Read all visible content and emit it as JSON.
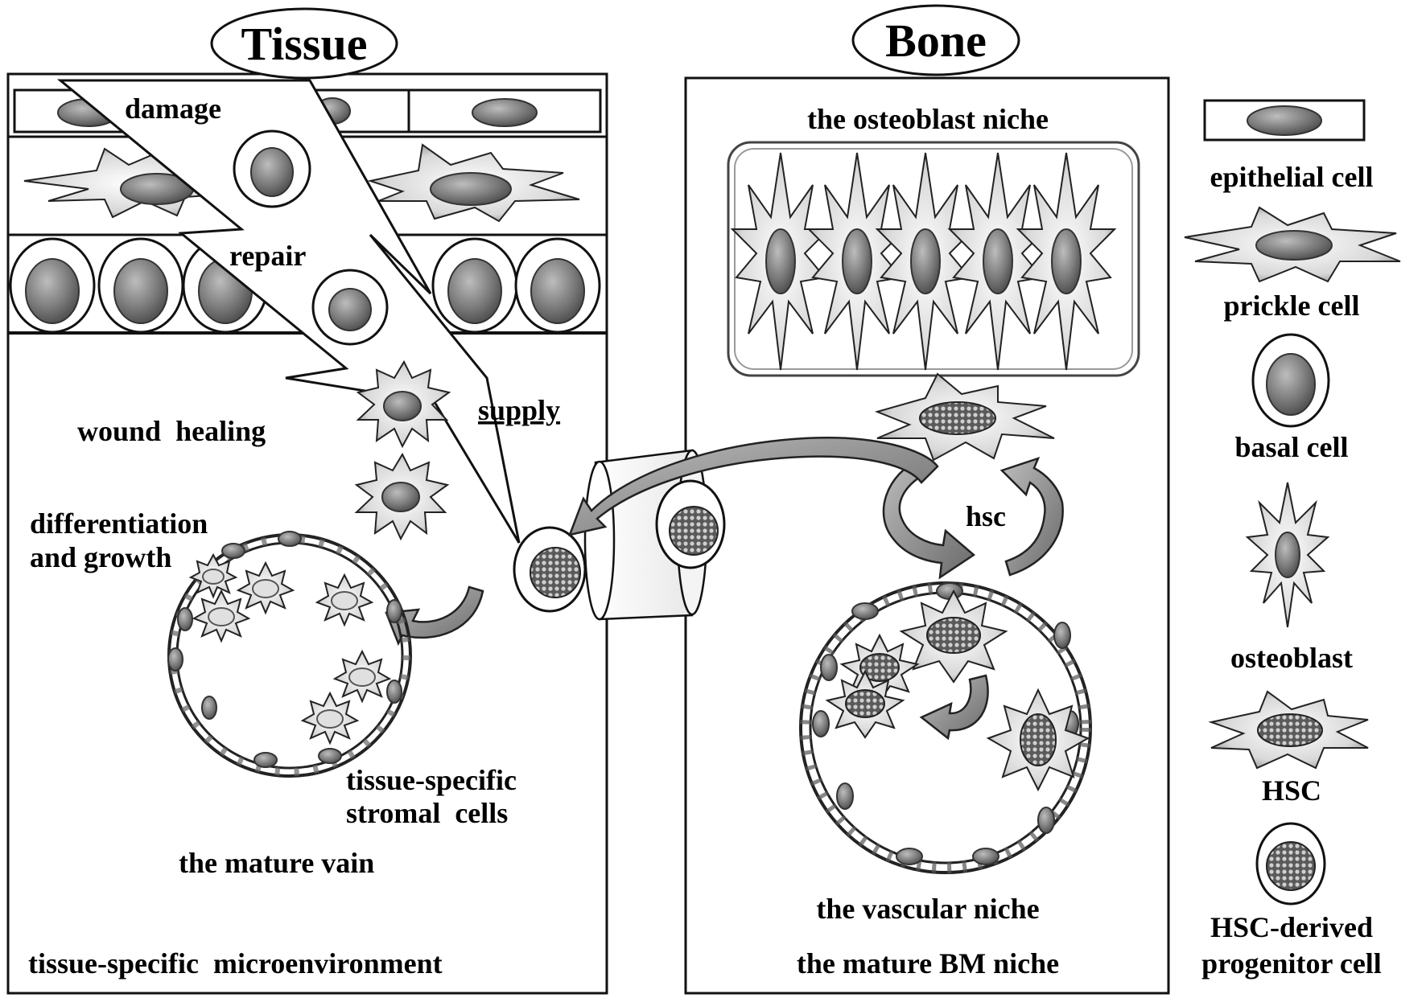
{
  "tissue": {
    "title": "Tissue",
    "labels": {
      "damage": "damage",
      "repair": "repair",
      "supply": "supply",
      "wound_healing": "wound  healing",
      "differentiation_line1": "differentiation",
      "differentiation_line2": "and growth",
      "stromal_line1": "tissue-specific",
      "stromal_line2": "stromal  cells",
      "mature_vain": "the mature vain",
      "microenvironment": "tissue-specific  microenvironment"
    }
  },
  "bone": {
    "title": "Bone",
    "labels": {
      "osteoblast_niche": "the osteoblast niche",
      "hsc": "hsc",
      "vascular_niche": "the vascular niche",
      "mature_bm_niche": "the mature BM niche"
    }
  },
  "legend": {
    "items": [
      {
        "label": "epithelial cell",
        "icon": "epithelial-cell-icon"
      },
      {
        "label": "prickle cell",
        "icon": "prickle-cell-icon"
      },
      {
        "label": "basal cell",
        "icon": "basal-cell-icon"
      },
      {
        "label": "osteoblast",
        "icon": "osteoblast-icon"
      },
      {
        "label": "HSC",
        "icon": "hsc-icon"
      },
      {
        "label_line1": "HSC-derived",
        "label_line2": "progenitor cell",
        "icon": "hsc-progenitor-icon"
      }
    ]
  },
  "colors": {
    "nucleus": "#7a7a7a",
    "arrow": "#8a8a8a",
    "stroke": "#111111"
  }
}
